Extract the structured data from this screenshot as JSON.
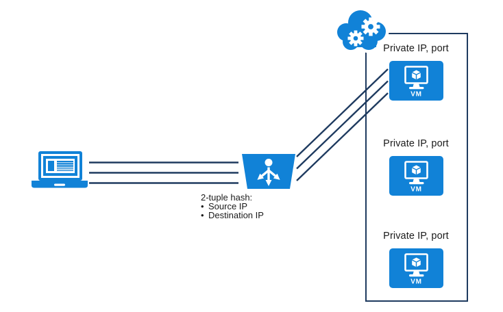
{
  "canvas": {
    "background": "#ffffff"
  },
  "colors": {
    "azure_blue": "#1182d7",
    "line_navy": "#1e3a5f",
    "stripe_light_blue": "#5fa8e0",
    "label_text": "#1a1a1a",
    "icon_white": "#ffffff"
  },
  "client": {
    "icon": "laptop-icon"
  },
  "cloud": {
    "icon": "cloud-with-gears-icon"
  },
  "load_balancer": {
    "icon": "load-balancer-icon",
    "note": {
      "title": "2-tuple hash:",
      "bullet": "•",
      "items": [
        "Source IP",
        "Destination IP"
      ]
    }
  },
  "backend_pool": {
    "vms": [
      {
        "label": "Private IP, port",
        "badge": "VM"
      },
      {
        "label": "Private IP, port",
        "badge": "VM"
      },
      {
        "label": "Private IP, port",
        "badge": "VM"
      }
    ]
  },
  "connections": {
    "client_to_lb_lines": 3,
    "lb_to_vm_lines": 3
  }
}
